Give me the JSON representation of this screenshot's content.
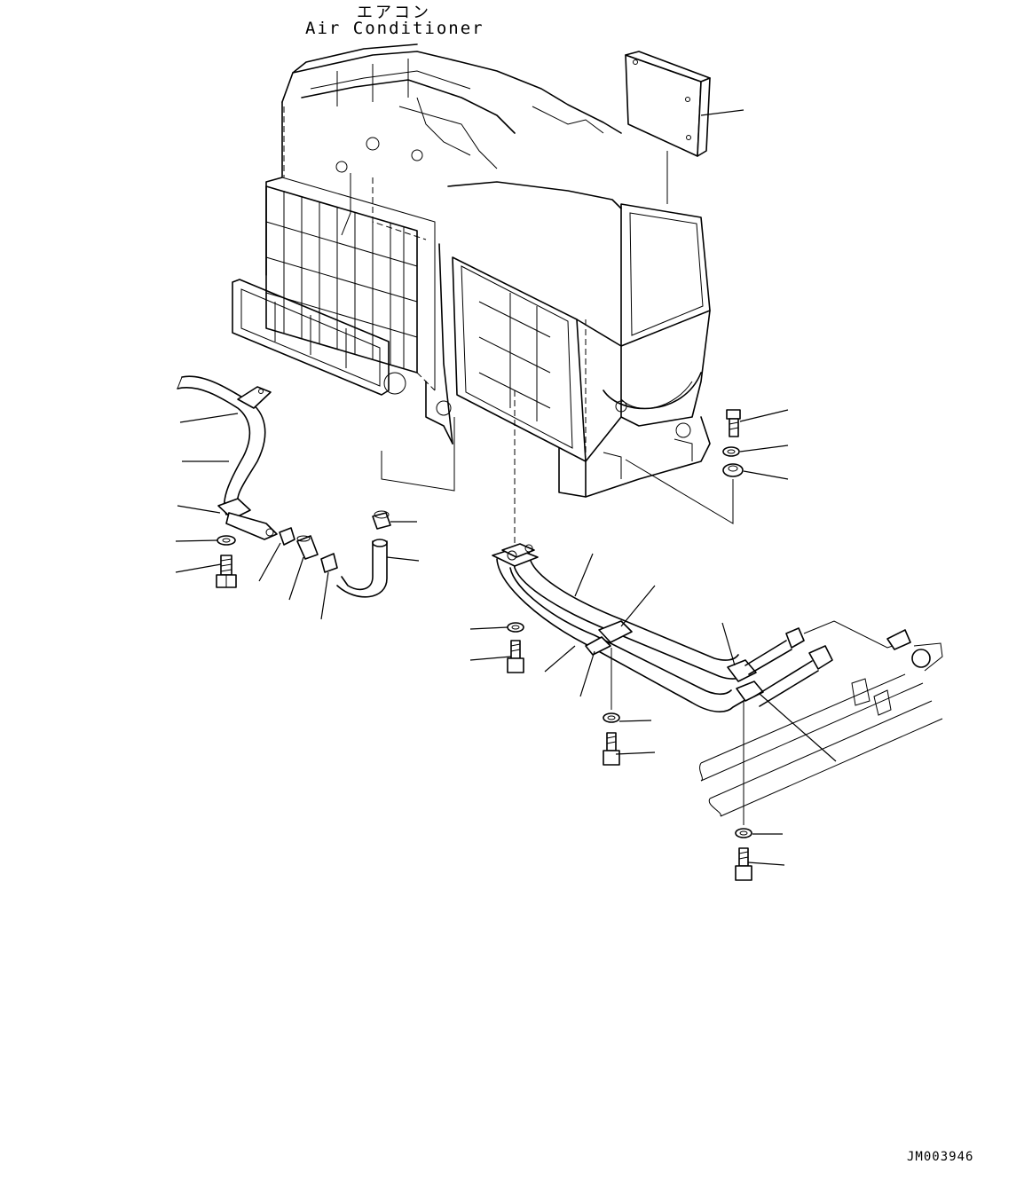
{
  "header": {
    "title_jp": "エアコン",
    "title_en": "Air Conditioner"
  },
  "footer": {
    "drawing_number": "JM003946"
  }
}
